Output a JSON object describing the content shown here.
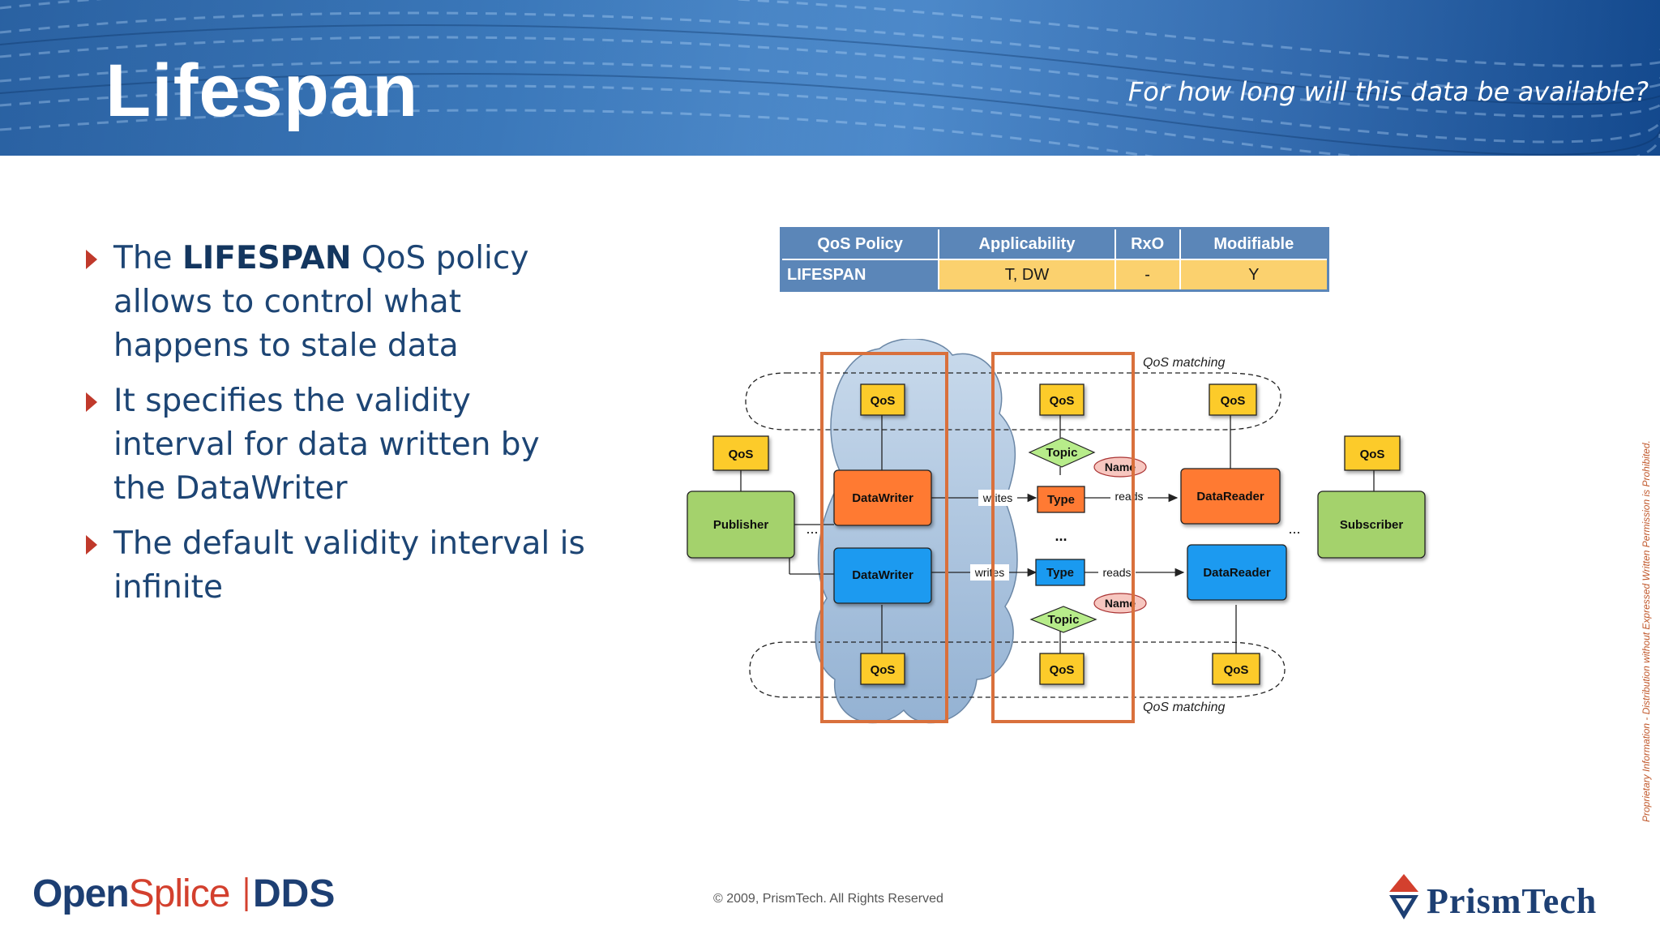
{
  "header": {
    "title": "Lifespan",
    "subtitle": "For how long will this data  be available?"
  },
  "bullets": [
    {
      "pre": "The ",
      "bold": "LIFESPAN",
      "post": " QoS policy allows to control what happens to stale data"
    },
    {
      "pre": "It specifies the validity interval for data written by the DataWriter",
      "bold": "",
      "post": ""
    },
    {
      "pre": "The default validity interval is infinite",
      "bold": "",
      "post": ""
    }
  ],
  "qos_table": {
    "headers": [
      "QoS Policy",
      "Applicability",
      "RxO",
      "Modifiable"
    ],
    "row": [
      "LIFESPAN",
      "T, DW",
      "-",
      "Y"
    ]
  },
  "diagram": {
    "qos": "QoS",
    "publisher": "Publisher",
    "subscriber": "Subscriber",
    "datawriter": "DataWriter",
    "datareader": "DataReader",
    "topic": "Topic",
    "name": "Name",
    "type": "Type",
    "writes": "writes",
    "reads": "reads",
    "ellipsis": "...",
    "qos_matching": "QoS matching",
    "colors": {
      "orange": "#ff7a33",
      "blue": "#1a9af0",
      "green": "#a4d26c",
      "yellow": "#fccb2c",
      "highlight": "#d9703c"
    }
  },
  "footer": {
    "copyright": "© 2009, PrismTech. All Rights Reserved",
    "side_note": "Proprietary Information - Distribution without Expressed Written Permission is Prohibited.",
    "logo_left_a": "Open",
    "logo_left_b": "Splice",
    "logo_left_c": "DDS",
    "logo_right": "PrismTech"
  }
}
